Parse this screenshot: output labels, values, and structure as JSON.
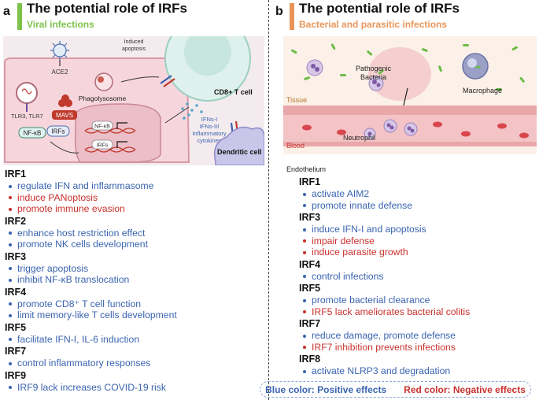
{
  "panel_a": {
    "letter": "a",
    "title": "The potential role of IRFs",
    "subtitle": "Viral infections",
    "accent_color": "#7dc24b",
    "labels": {
      "ace2": "ACE2",
      "tlr": "TLR3, TLR7",
      "mavs": "MAVS",
      "nfkb": "NF-κB",
      "irfs": "IRFs",
      "phagolysosome": "Phagolysosome",
      "induced": "Induced",
      "apoptosis": "apoptosis",
      "cd8": "CD8+ T cell",
      "ifn1": "IFNs-I",
      "ifn3": "IFNs-III",
      "inflammatory": "Inflammatory",
      "cytokines": "cytokines",
      "dendritic": "Dendritic cell",
      "nfkb_gene": "NF-κB",
      "irfs_gene": "IRFs"
    },
    "groups": [
      {
        "name": "IRF1",
        "items": [
          {
            "text": "regulate IFN and inflammasome",
            "effect": "positive"
          },
          {
            "text": "induce PANoptosis",
            "effect": "negative"
          },
          {
            "text": "promote immune evasion",
            "effect": "negative"
          }
        ]
      },
      {
        "name": "IRF2",
        "items": [
          {
            "text": "enhance host restriction effect",
            "effect": "positive"
          },
          {
            "text": "promote NK cells development",
            "effect": "positive"
          }
        ]
      },
      {
        "name": "IRF3",
        "items": [
          {
            "text": "trigger apoptosis",
            "effect": "positive"
          },
          {
            "text": "inhibit NF-κB translocation",
            "effect": "positive"
          }
        ]
      },
      {
        "name": "IRF4",
        "items": [
          {
            "text": "promote CD8⁺ T cell function",
            "effect": "positive"
          },
          {
            "text": "limit memory-like T cells development",
            "effect": "positive"
          }
        ]
      },
      {
        "name": "IRF5",
        "items": [
          {
            "text": "facilitate IFN-I, IL-6 induction",
            "effect": "positive"
          }
        ]
      },
      {
        "name": "IRF7",
        "items": [
          {
            "text": "control inflammatory responses",
            "effect": "positive"
          }
        ]
      },
      {
        "name": "IRF9",
        "items": [
          {
            "text": "IRF9 lack increases COVID-19 risk",
            "effect": "positive"
          }
        ]
      }
    ]
  },
  "panel_b": {
    "letter": "b",
    "title": "The potential role of IRFs",
    "subtitle": "Bacterial and parasitic infections",
    "accent_color": "#e8955a",
    "labels": {
      "pathogenic": "Pathogenic",
      "bacteria": "Bacteria",
      "macrophage": "Macrophage",
      "tissue": "Tissue",
      "neutrophil": "Neutrophil",
      "blood": "Blood",
      "endothelium": "Endothelium"
    },
    "groups": [
      {
        "name": "IRF1",
        "items": [
          {
            "text": "activate AIM2",
            "effect": "positive"
          },
          {
            "text": "promote innate defense",
            "effect": "positive"
          }
        ]
      },
      {
        "name": "IRF3",
        "items": [
          {
            "text": "induce IFN-I and apoptosis",
            "effect": "positive"
          },
          {
            "text": "impair defense",
            "effect": "negative"
          },
          {
            "text": "induce parasite growth",
            "effect": "negative"
          }
        ]
      },
      {
        "name": "IRF4",
        "items": [
          {
            "text": "control infections",
            "effect": "positive"
          }
        ]
      },
      {
        "name": "IRF5",
        "items": [
          {
            "text": "promote bacterial clearance",
            "effect": "positive"
          },
          {
            "text": "IRF5 lack ameliorates bacterial colitis",
            "effect": "negative"
          }
        ]
      },
      {
        "name": "IRF7",
        "items": [
          {
            "text": "reduce damage, promote defense",
            "effect": "positive"
          },
          {
            "text": "IRF7 inhibition prevents infections",
            "effect": "negative"
          }
        ]
      },
      {
        "name": "IRF8",
        "items": [
          {
            "text": "activate NLRP3 and degradation",
            "effect": "positive"
          }
        ]
      }
    ]
  },
  "legend": {
    "positive": "Blue color: Positive effects",
    "negative": "Red color: Negative effects",
    "positive_color": "#3a64b0",
    "negative_color": "#c9312d"
  }
}
